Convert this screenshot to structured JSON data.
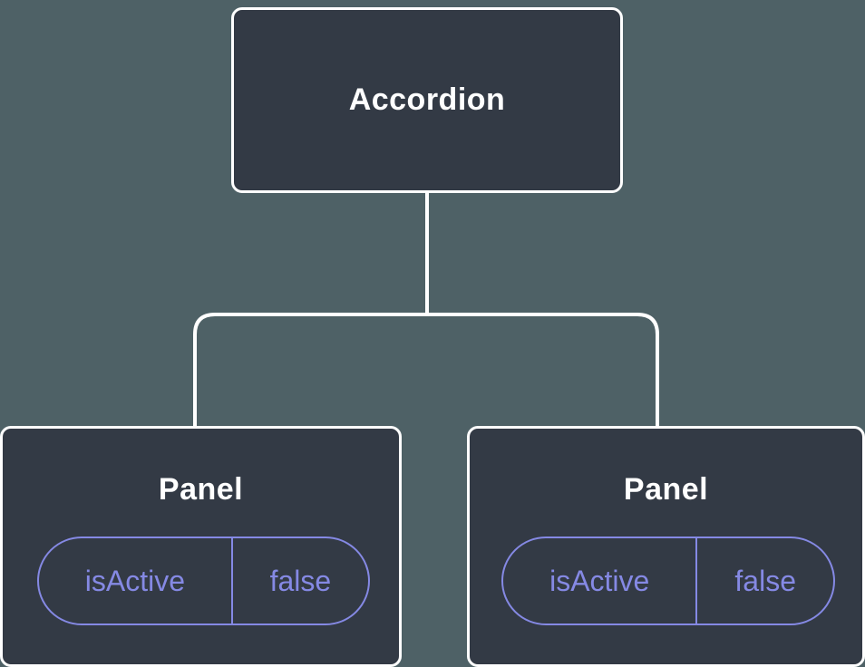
{
  "diagram": {
    "root": {
      "label": "Accordion"
    },
    "panels": [
      {
        "label": "Panel",
        "state": {
          "key": "isActive",
          "value": "false"
        }
      },
      {
        "label": "Panel",
        "state": {
          "key": "isActive",
          "value": "false"
        }
      }
    ],
    "colors": {
      "background": "#4e6166",
      "node_fill": "#333a45",
      "node_border": "#ffffff",
      "title_text": "#ffffff",
      "state_accent": "#8589e4",
      "connector": "#ffffff"
    }
  }
}
